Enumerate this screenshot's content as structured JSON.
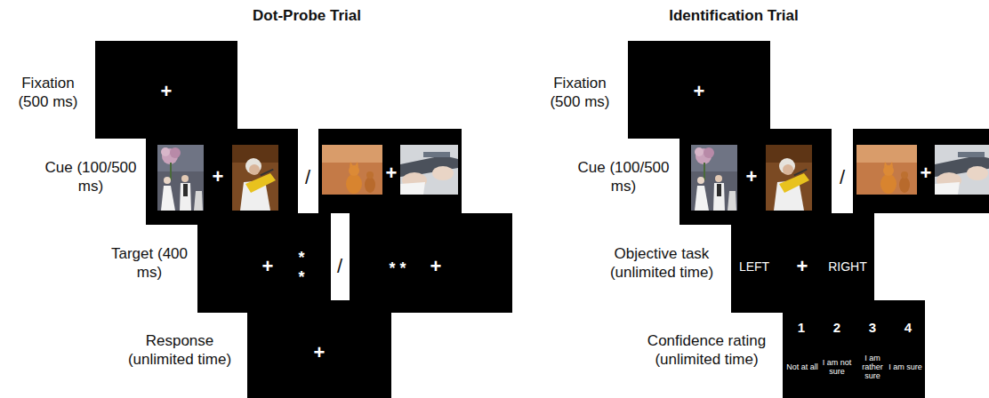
{
  "diagram": {
    "nodes": [
      {
        "text": [
          "+"
        ]
      },
      {
        "text": [
          "+"
        ]
      },
      {
        "text": [
          "+"
        ]
      },
      {
        "text": [
          "+",
          "*",
          "*"
        ]
      },
      {
        "text": [
          "* *",
          "+"
        ]
      },
      {
        "text": [
          "+"
        ]
      },
      {
        "text": [
          "+"
        ]
      },
      {
        "text": [
          "+"
        ]
      },
      {
        "text": [
          "+"
        ]
      },
      {
        "text": [
          "LEFT",
          "+",
          "RIGHT"
        ]
      },
      {
        "text": [
          "1",
          "2",
          "3",
          "4",
          "Not at all",
          "I am not sure",
          "I am rather sure",
          "I am sure"
        ]
      }
    ],
    "edges": [],
    "labels": [
      "Dot-Probe Trial",
      "Fixation (500 ms)",
      "Cue (100/500 ms)",
      "/",
      "Target (400 ms)",
      "/",
      "Response (unlimited time)",
      "Identification Trial",
      "Fixation (500 ms)",
      "Cue (100/500 ms)",
      "/",
      "Objective task (unlimited time)",
      "Confidence rating (unlimited time)"
    ]
  }
}
